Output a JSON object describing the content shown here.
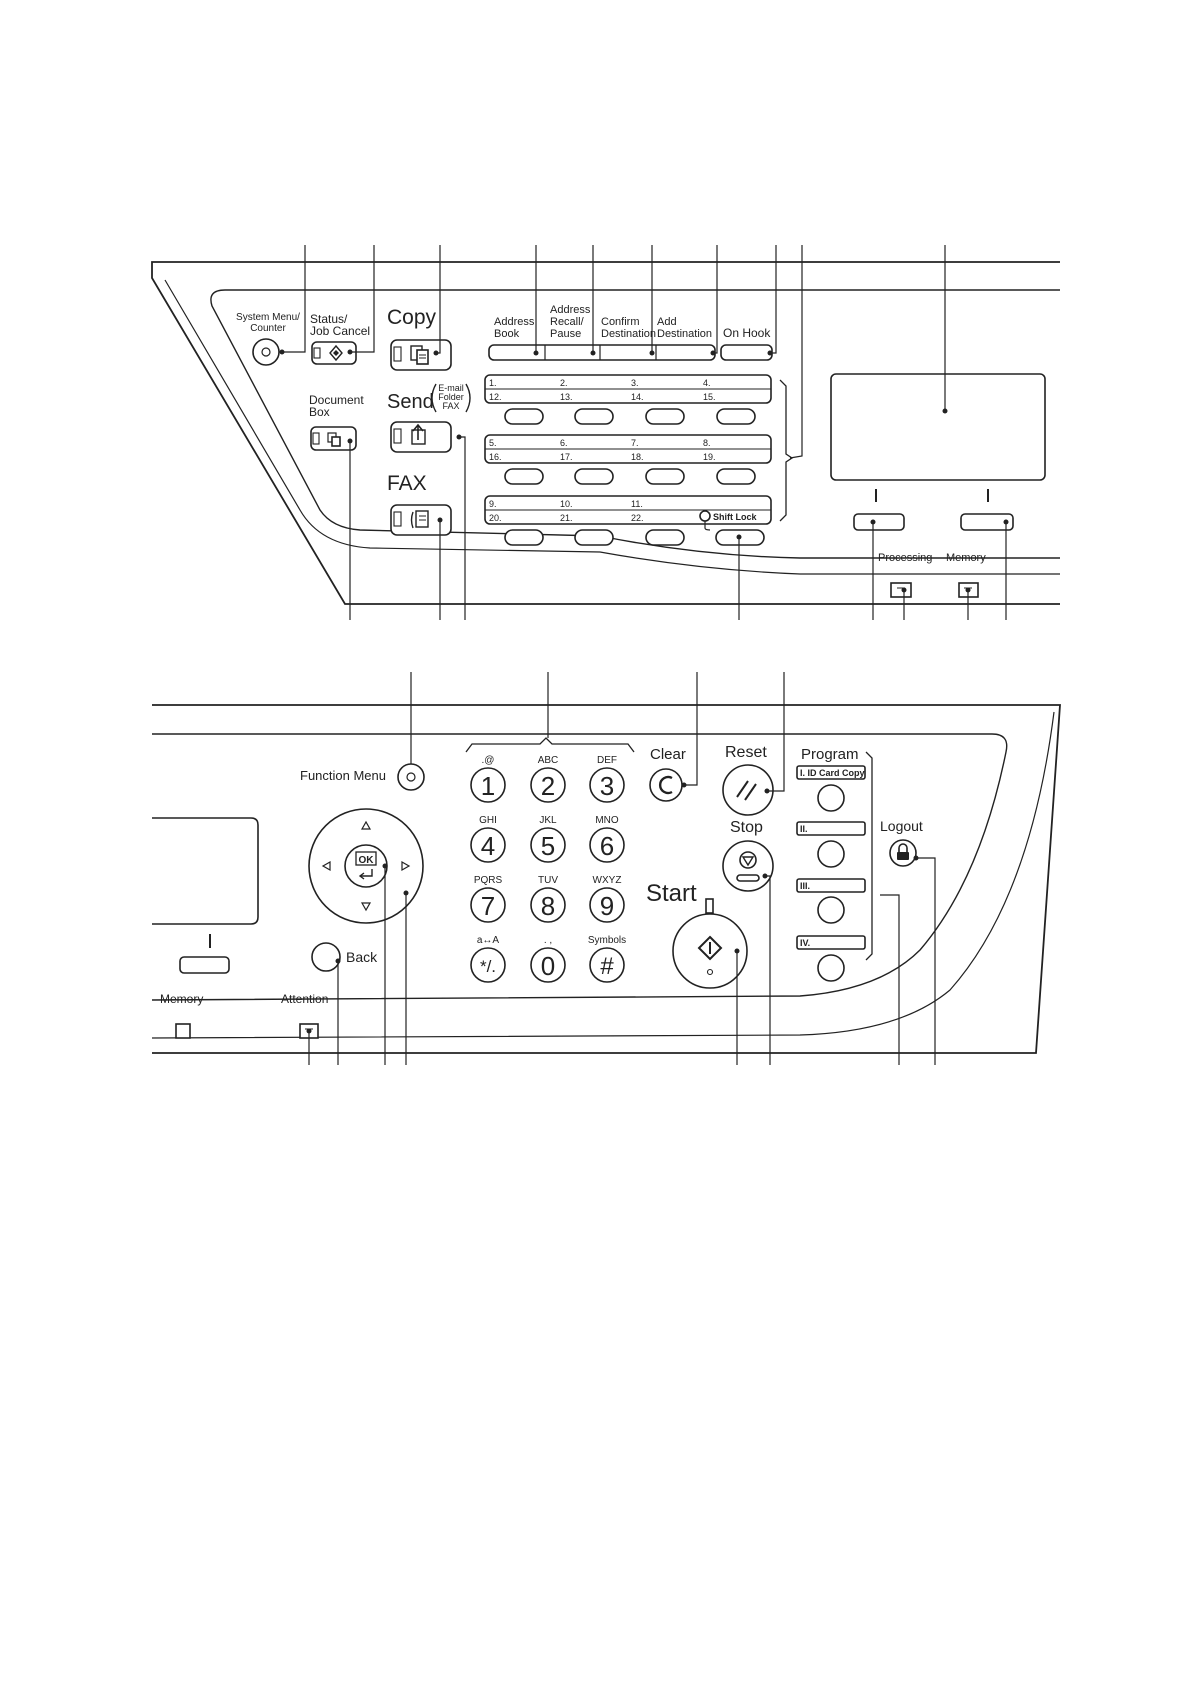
{
  "panel1": {
    "system_menu": [
      "System Menu/",
      "Counter"
    ],
    "status_job_cancel": [
      "Status/",
      "Job Cancel"
    ],
    "copy": "Copy",
    "document_box": [
      "Document",
      "Box"
    ],
    "send": "Send",
    "send_targets": [
      "E-mail",
      "Folder",
      "FAX"
    ],
    "fax": "FAX",
    "address_book": [
      "Address",
      "Book"
    ],
    "address_recall": [
      "Address",
      "Recall/",
      "Pause"
    ],
    "confirm_destination": [
      "Confirm",
      "Destination"
    ],
    "add_destination": [
      "Add",
      "Destination"
    ],
    "on_hook": "On Hook",
    "one_touch_row1_top": [
      "1.",
      "2.",
      "3.",
      "4."
    ],
    "one_touch_row1_bottom": [
      "12.",
      "13.",
      "14.",
      "15."
    ],
    "one_touch_row2_top": [
      "5.",
      "6.",
      "7.",
      "8."
    ],
    "one_touch_row2_bottom": [
      "16.",
      "17.",
      "18.",
      "19."
    ],
    "one_touch_row3_top": [
      "9.",
      "10.",
      "11."
    ],
    "one_touch_row3_bottom": [
      "20.",
      "21.",
      "22."
    ],
    "shift_lock": "Shift Lock",
    "processing": "Processing",
    "memory": "Memory"
  },
  "panel2": {
    "function_menu": "Function Menu",
    "ok": "OK",
    "back": "Back",
    "memory": "Memory",
    "attention": "Attention",
    "keypad": [
      {
        "digit": "1",
        "letters": ".@"
      },
      {
        "digit": "2",
        "letters": "ABC"
      },
      {
        "digit": "3",
        "letters": "DEF"
      },
      {
        "digit": "4",
        "letters": "GHI"
      },
      {
        "digit": "5",
        "letters": "JKL"
      },
      {
        "digit": "6",
        "letters": "MNO"
      },
      {
        "digit": "7",
        "letters": "PQRS"
      },
      {
        "digit": "8",
        "letters": "TUV"
      },
      {
        "digit": "9",
        "letters": "WXYZ"
      },
      {
        "digit": "*/.",
        "letters": "a↔A"
      },
      {
        "digit": "0",
        "letters": ". ,"
      },
      {
        "digit": "#",
        "letters": "Symbols"
      }
    ],
    "clear": "Clear",
    "reset": "Reset",
    "stop": "Stop",
    "start": "Start",
    "program": "Program",
    "program_keys": [
      "I. ID Card Copy",
      "II.",
      "III.",
      "IV."
    ],
    "logout": "Logout"
  },
  "icons": {
    "copy": "copy-icon",
    "document_box": "document-box-icon",
    "send": "send-icon",
    "fax": "fax-icon",
    "status": "status-diamond-icon",
    "ok": "enter-arrow-icon",
    "clear": "clear-c-icon",
    "reset": "reset-slash-icon",
    "stop": "stop-icon",
    "start": "start-diamond-icon",
    "logout": "padlock-icon"
  },
  "colors": {
    "ink": "#222222",
    "background": "#ffffff"
  }
}
